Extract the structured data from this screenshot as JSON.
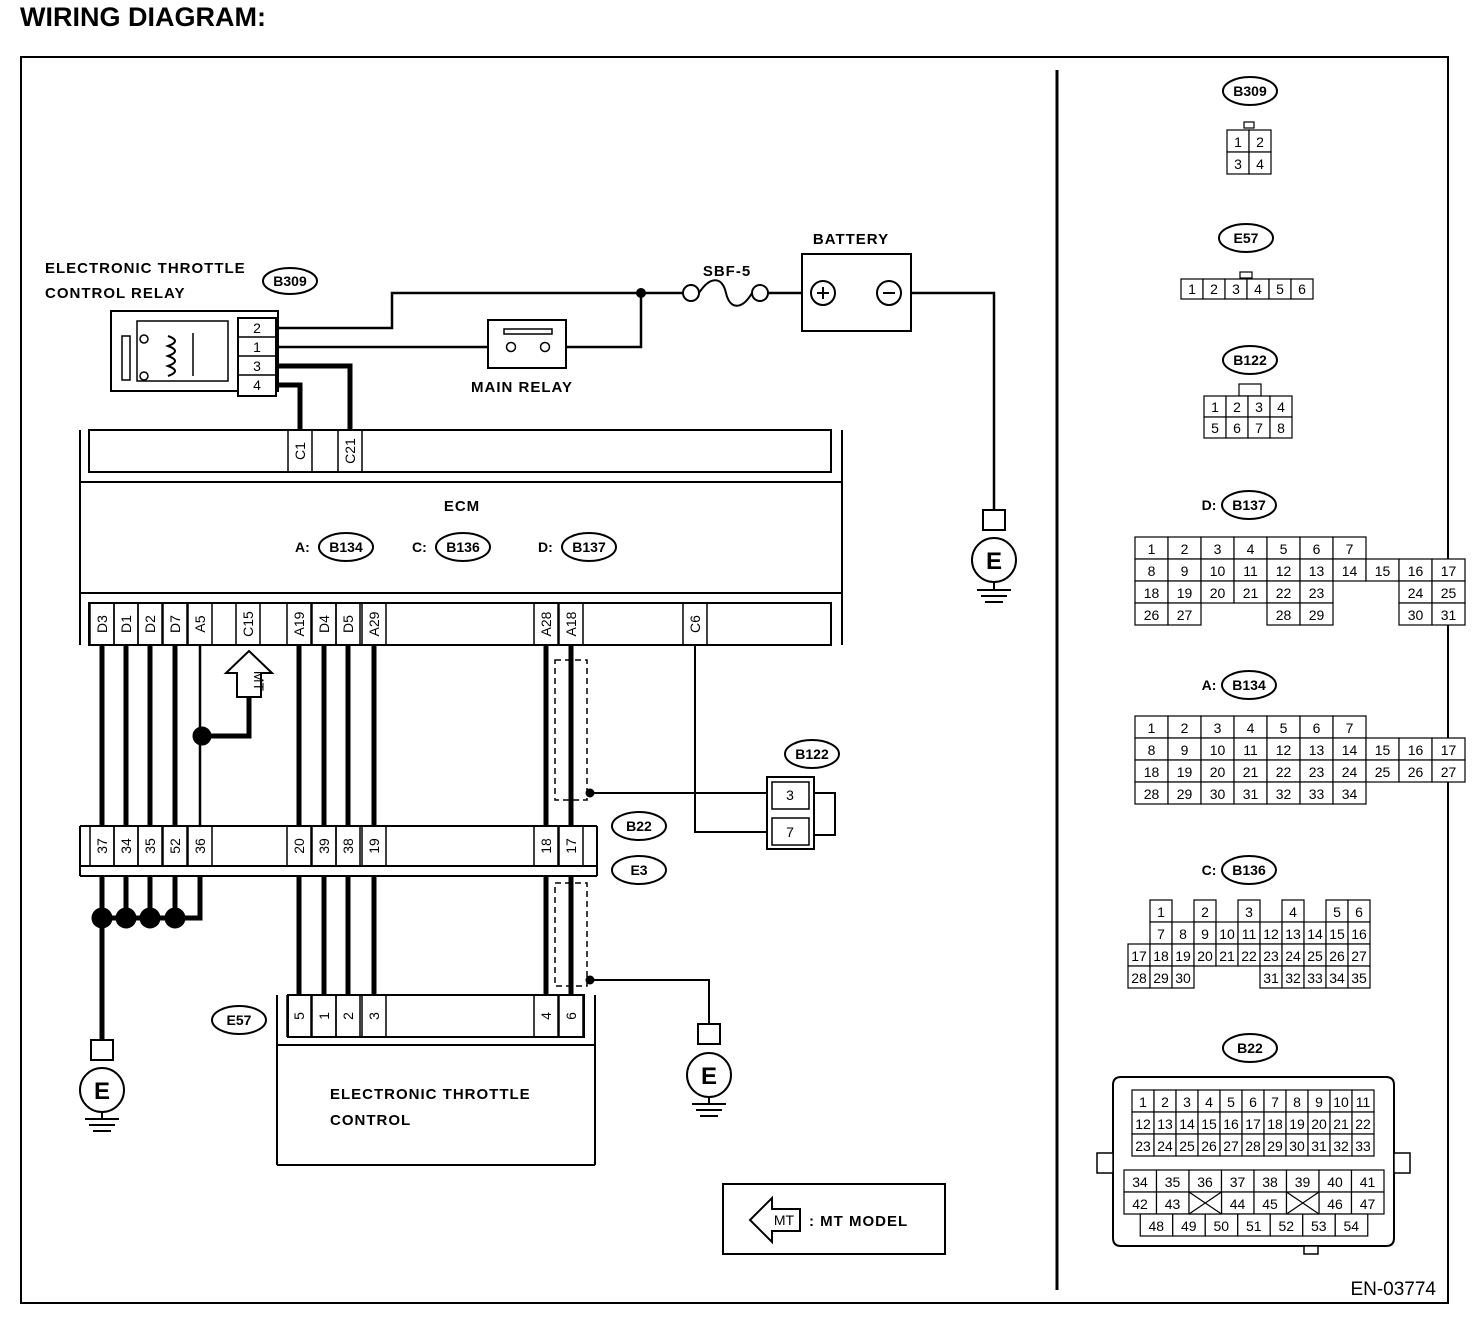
{
  "title": "WIRING DIAGRAM:",
  "figure_id": "EN-03774",
  "components": {
    "relay_line1": "ELECTRONIC THROTTLE",
    "relay_line2": "CONTROL RELAY",
    "relay_conn": "B309",
    "relay_pins": [
      "2",
      "1",
      "3",
      "4"
    ],
    "main_relay": "MAIN RELAY",
    "fuse": "SBF-5",
    "battery": "BATTERY",
    "ground": "E",
    "ecm": "ECM",
    "ecm_conn_prefixes": [
      "A:",
      "C:",
      "D:"
    ],
    "ecm_conns": [
      "B134",
      "B136",
      "B137"
    ],
    "ecm_top_pins": [
      "C1",
      "C21"
    ],
    "ecm_bottom_pins": [
      "D3",
      "D1",
      "D2",
      "D7",
      "A5",
      "C15",
      "A19",
      "D4",
      "D5",
      "A29",
      "A28",
      "A18",
      "C6"
    ],
    "mt_label": "MT",
    "b122_conn": "B122",
    "b122_pins": [
      "3",
      "7"
    ],
    "joint_conns": [
      "B22",
      "E3"
    ],
    "joint_pins": [
      "37",
      "34",
      "35",
      "52",
      "36",
      "20",
      "39",
      "38",
      "19",
      "18",
      "17"
    ],
    "etc_conn": "E57",
    "etc_pins": [
      "5",
      "1",
      "2",
      "3",
      "4",
      "6"
    ],
    "etc_line1": "ELECTRONIC THROTTLE",
    "etc_line2": "CONTROL",
    "legend_text": ": MT MODEL"
  },
  "connector_views": {
    "b309": {
      "label": "B309",
      "rows": [
        [
          "1",
          "2"
        ],
        [
          "3",
          "4"
        ]
      ]
    },
    "e57": {
      "label": "E57",
      "rows": [
        [
          "1",
          "2",
          "3",
          "4",
          "5",
          "6"
        ]
      ]
    },
    "b122": {
      "label": "B122",
      "rows": [
        [
          "1",
          "2",
          "3",
          "4"
        ],
        [
          "5",
          "6",
          "7",
          "8"
        ]
      ]
    },
    "b137": {
      "prefix": "D:",
      "label": "B137",
      "rows": [
        [
          "1",
          "2",
          "3",
          "4",
          "5",
          "6",
          "7"
        ],
        [
          "8",
          "9",
          "10",
          "11",
          "12",
          "13",
          "14",
          "15",
          "16",
          "17"
        ],
        [
          "18",
          "19",
          "20",
          "21",
          "22",
          "23",
          "24",
          "25"
        ],
        [
          "26",
          "27",
          "28",
          "29",
          "30",
          "31"
        ]
      ]
    },
    "b134": {
      "prefix": "A:",
      "label": "B134",
      "rows": [
        [
          "1",
          "2",
          "3",
          "4",
          "5",
          "6",
          "7"
        ],
        [
          "8",
          "9",
          "10",
          "11",
          "12",
          "13",
          "14",
          "15",
          "16",
          "17"
        ],
        [
          "18",
          "19",
          "20",
          "21",
          "22",
          "23",
          "24",
          "25",
          "26",
          "27"
        ],
        [
          "28",
          "29",
          "30",
          "31",
          "32",
          "33",
          "34"
        ]
      ]
    },
    "b136": {
      "prefix": "C:",
      "label": "B136",
      "rows": [
        [
          "1",
          "2",
          "3",
          "4",
          "5",
          "6"
        ],
        [
          "7",
          "8",
          "9",
          "10",
          "11",
          "12",
          "13",
          "14",
          "15",
          "16"
        ],
        [
          "17",
          "18",
          "19",
          "20",
          "21",
          "22",
          "23",
          "24",
          "25",
          "26",
          "27"
        ],
        [
          "28",
          "29",
          "30",
          "31",
          "32",
          "33",
          "34",
          "35"
        ]
      ]
    },
    "b22": {
      "label": "B22",
      "rows": [
        [
          "1",
          "2",
          "3",
          "4",
          "5",
          "6",
          "7",
          "8",
          "9",
          "10",
          "11"
        ],
        [
          "12",
          "13",
          "14",
          "15",
          "16",
          "17",
          "18",
          "19",
          "20",
          "21",
          "22"
        ],
        [
          "23",
          "24",
          "25",
          "26",
          "27",
          "28",
          "29",
          "30",
          "31",
          "32",
          "33"
        ],
        [
          "34",
          "35",
          "36",
          "37",
          "38",
          "39",
          "40",
          "41"
        ],
        [
          "42",
          "43",
          "44",
          "45",
          "46",
          "47"
        ],
        [
          "48",
          "49",
          "50",
          "51",
          "52",
          "53",
          "54"
        ]
      ]
    }
  }
}
